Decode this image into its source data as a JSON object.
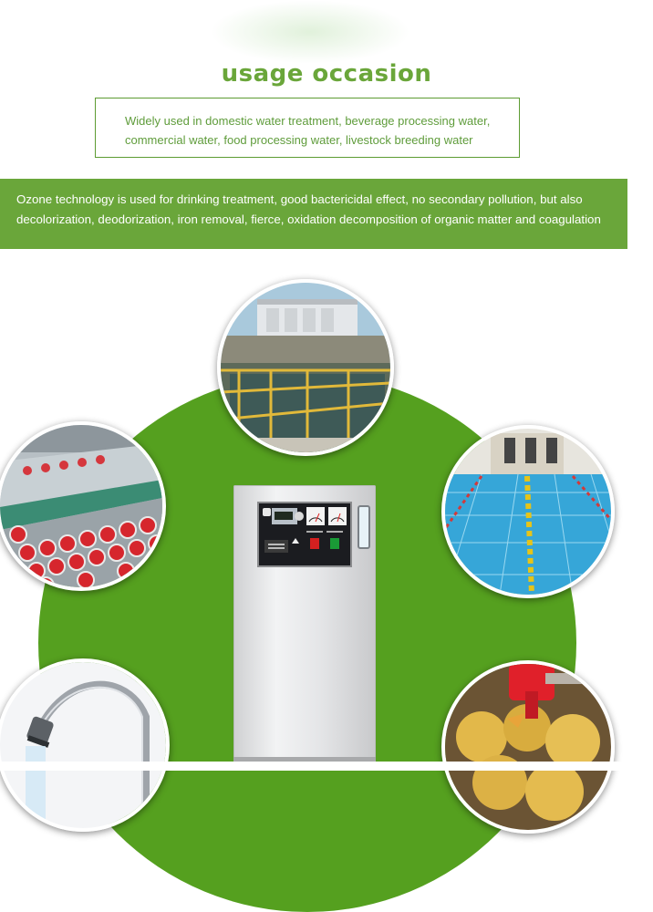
{
  "heading": "usage occasion",
  "usage_box": {
    "line1": "Widely used in domestic water treatment, beverage processing water,",
    "line2": "commercial water, food processing water, livestock breeding water"
  },
  "band": {
    "line1": "Ozone technology is used for drinking treatment, good bactericidal effect, no secondary pollution, but also",
    "line2": "decolorization, deodorization, iron removal, fierce, oxidation decomposition of organic matter and coagulation"
  },
  "colors": {
    "green_text": "#6aa63a",
    "green_band": "#6aa63a",
    "green_circle": "#55a01f"
  },
  "photos": [
    "water-treatment-plant",
    "beverage-can-production-line",
    "swimming-pool",
    "kitchen-faucet",
    "livestock-ducklings-drinking"
  ],
  "product": "ozone-generator-machine"
}
